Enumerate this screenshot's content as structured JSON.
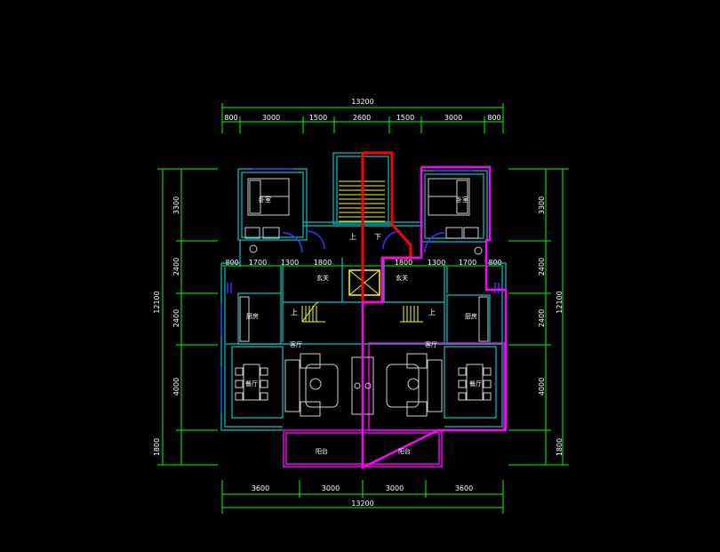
{
  "dimensions": {
    "top_total": "13200",
    "top_segments": [
      "800",
      "3000",
      "1500",
      "2600",
      "1500",
      "3000",
      "800"
    ],
    "bottom_total": "13200",
    "bottom_segments": [
      "3600",
      "3000",
      "3000",
      "3600"
    ],
    "mid_segments": [
      "800",
      "1700",
      "1300",
      "1800",
      "1800",
      "1300",
      "1700",
      "800"
    ],
    "left_total": "12100",
    "left_segments": [
      "3300",
      "2400",
      "2400",
      "4000",
      "1800"
    ],
    "right_total": "12100",
    "right_segments": [
      "3300",
      "2400",
      "2400",
      "4000",
      "1800"
    ]
  },
  "rooms": {
    "bedroom_left": "卧室",
    "bedroom_right": "卧室",
    "foyer_left": "玄关",
    "foyer_right": "玄关",
    "kitchen_left": "厨房",
    "kitchen_right": "厨房",
    "living_left": "客厅",
    "living_right": "客厅",
    "dining_left": "餐厅",
    "dining_right": "餐厅",
    "balcony_left": "阳台",
    "balcony_right": "阳台"
  },
  "stairs": {
    "up_main": "上",
    "down_main": "下",
    "up_left": "上",
    "up_right": "上"
  },
  "colors": {
    "background": "#000000",
    "wall": "#00c8c8",
    "dimension": "#00ff00",
    "stair": "#ffff00",
    "highlight_red": "#ff0000",
    "highlight_magenta": "#ff00ff",
    "door": "#2a3cff",
    "furniture": "#cfcfcf",
    "text": "#ffffff"
  }
}
